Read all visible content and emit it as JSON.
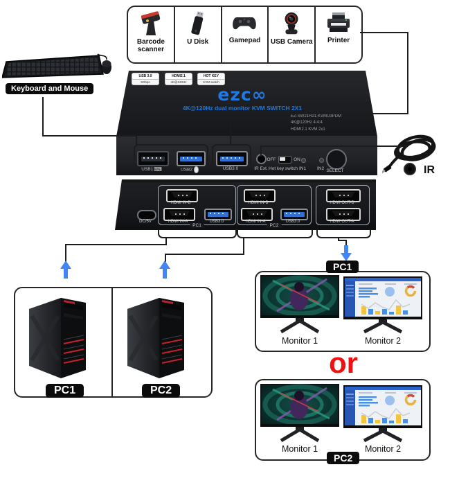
{
  "colors": {
    "accent_blue": "#2079e2",
    "arrow_blue": "#4285f4",
    "alert_red": "#ee1111",
    "badge_black": "#0b0b0b"
  },
  "peripherals": {
    "items": [
      {
        "icon": "barcode-scanner-icon",
        "label": "Barcode scanner"
      },
      {
        "icon": "u-disk-icon",
        "label": "U Disk"
      },
      {
        "icon": "gamepad-icon",
        "label": "Gamepad"
      },
      {
        "icon": "usb-camera-icon",
        "label": "USB Camera"
      },
      {
        "icon": "printer-icon",
        "label": "Printer"
      }
    ]
  },
  "keyboard_mouse": {
    "label": "Keyboard and Mouse"
  },
  "kvm": {
    "badges": [
      {
        "line1": "USB 3.0",
        "line2": "5Gbps"
      },
      {
        "line1": "HDMI2.1",
        "line2": "4K@120Hz"
      },
      {
        "line1": "HOT KEY",
        "line2": "KVM switch"
      }
    ],
    "logo": "ezc∞",
    "title": "4K@120Hz dual monitor KVM SWITCH 2X1",
    "model": {
      "line1": "EZ-SW21H21-KVMU3PDM",
      "line2": "4K@120Hz 4:4:4",
      "line3": "HDMI2.1 KVM 2x1"
    },
    "front": {
      "usb1": "USB1",
      "usb1_glyph": "⌨",
      "usb2": "USB2",
      "usb3": "USB3.0",
      "ir": "IR Ext.",
      "off": "OFF",
      "on": "ON",
      "hotkey": "Hot key switch",
      "in1": "IN1",
      "in2": "IN2",
      "select": "SELECT"
    },
    "rear": {
      "dc": "DC/5V",
      "pc1": {
        "label": "PC1",
        "hdmi_b": "HDMI IN-B",
        "hdmi_a": "HDMI IN-A",
        "usb": "USB3.0"
      },
      "pc2": {
        "label": "PC2",
        "hdmi_b": "HDMI IN-B",
        "hdmi_a": "HDMI IN-A",
        "usb": "USB3.0"
      },
      "out": {
        "hdmi_b": "HDMI OUT-B",
        "hdmi_a": "HDMI OUT-A"
      }
    }
  },
  "ir": {
    "label": "IR"
  },
  "pc_box": {
    "pc1": "PC1",
    "pc2": "PC2"
  },
  "monitors": {
    "group1": {
      "badge": "PC1",
      "monitor1": "Monitor 1",
      "monitor2": "Monitor 2"
    },
    "group2": {
      "badge": "PC2",
      "monitor1": "Monitor 1",
      "monitor2": "Monitor 2"
    },
    "or": "or"
  }
}
